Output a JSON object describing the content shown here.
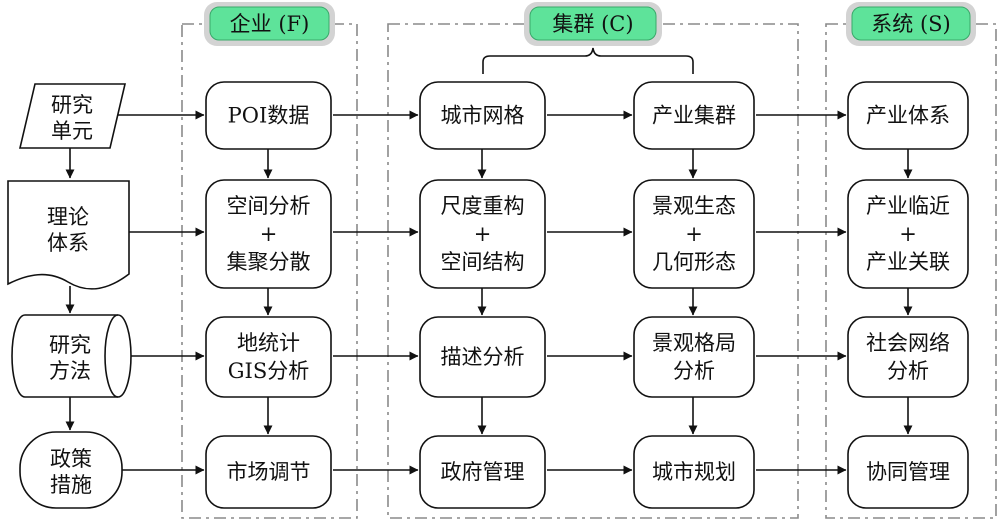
{
  "columns": {
    "firm": "企业 (F)",
    "cluster": "集群 (C)",
    "system": "系统 (S)"
  },
  "left": {
    "unit": [
      "研究",
      "单元"
    ],
    "theory": [
      "理论",
      "体系"
    ],
    "method": [
      "研究",
      "方法"
    ],
    "policy": [
      "政策",
      "措施"
    ]
  },
  "firm": {
    "poi": [
      "POI数据"
    ],
    "spatial": [
      "空间分析",
      "+",
      "集聚分散"
    ],
    "gis": [
      "地统计",
      "GIS分析"
    ],
    "market": [
      "市场调节"
    ]
  },
  "cluster_a": {
    "grid": [
      "城市网格"
    ],
    "scale": [
      "尺度重构",
      "+",
      "空间结构"
    ],
    "desc": [
      "描述分析"
    ],
    "gov": [
      "政府管理"
    ]
  },
  "cluster_b": {
    "industry": [
      "产业集群"
    ],
    "landscape": [
      "景观生态",
      "+",
      "几何形态"
    ],
    "pattern": [
      "景观格局",
      "分析"
    ],
    "planning": [
      "城市规划"
    ]
  },
  "system": {
    "structure": [
      "产业体系"
    ],
    "proximity": [
      "产业临近",
      "+",
      "产业关联"
    ],
    "network": [
      "社会网络",
      "分析"
    ],
    "collab": [
      "协同管理"
    ]
  },
  "colors": {
    "header_fill": "#5ee39a",
    "header_outer": "#cfcfcf",
    "frame": "#8a8a8a",
    "stroke": "#111111"
  }
}
